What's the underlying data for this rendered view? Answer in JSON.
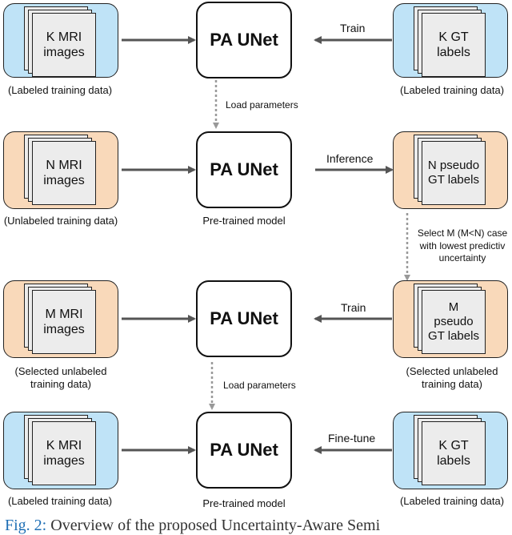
{
  "rows": [
    {
      "left": {
        "label": "K MRI\nimages",
        "caption": "(Labeled training data)",
        "color": "#bfe3f7"
      },
      "model": {
        "label": "PA UNet",
        "caption": ""
      },
      "right": {
        "label": "K GT\nlabels",
        "caption": "(Labeled training data)",
        "color": "#bfe3f7"
      },
      "edge_label": "Train"
    },
    {
      "left": {
        "label": "N MRI\nimages",
        "caption": "(Unlabeled training data)",
        "color": "#f9d9ba"
      },
      "model": {
        "label": "PA UNet",
        "caption": "Pre-trained model"
      },
      "right": {
        "label": "N pseudo\nGT labels",
        "caption": "",
        "color": "#f9d9ba"
      },
      "edge_label": "Inference"
    },
    {
      "left": {
        "label": "M MRI\nimages",
        "caption": "(Selected unlabeled\ntraining data)",
        "color": "#f9d9ba"
      },
      "model": {
        "label": "PA UNet",
        "caption": ""
      },
      "right": {
        "label": "M\npseudo\nGT labels",
        "caption": "(Selected unlabeled\ntraining data)",
        "color": "#f9d9ba"
      },
      "edge_label": "Train"
    },
    {
      "left": {
        "label": "K MRI\nimages",
        "caption": "(Labeled training data)",
        "color": "#bfe3f7"
      },
      "model": {
        "label": "PA UNet",
        "caption": "Pre-trained model"
      },
      "right": {
        "label": "K GT\nlabels",
        "caption": "(Labeled training data)",
        "color": "#bfe3f7"
      },
      "edge_label": "Fine-tune"
    }
  ],
  "load_parameters_1": "Load parameters",
  "load_parameters_2": "Load parameters",
  "selection_label": "Select M (M<N) case\nwith lowest predictiv\nuncertainty",
  "figure_caption": {
    "prefix": "Fig. 2:",
    "text": " Overview of the proposed Uncertainty-Aware Semi"
  }
}
